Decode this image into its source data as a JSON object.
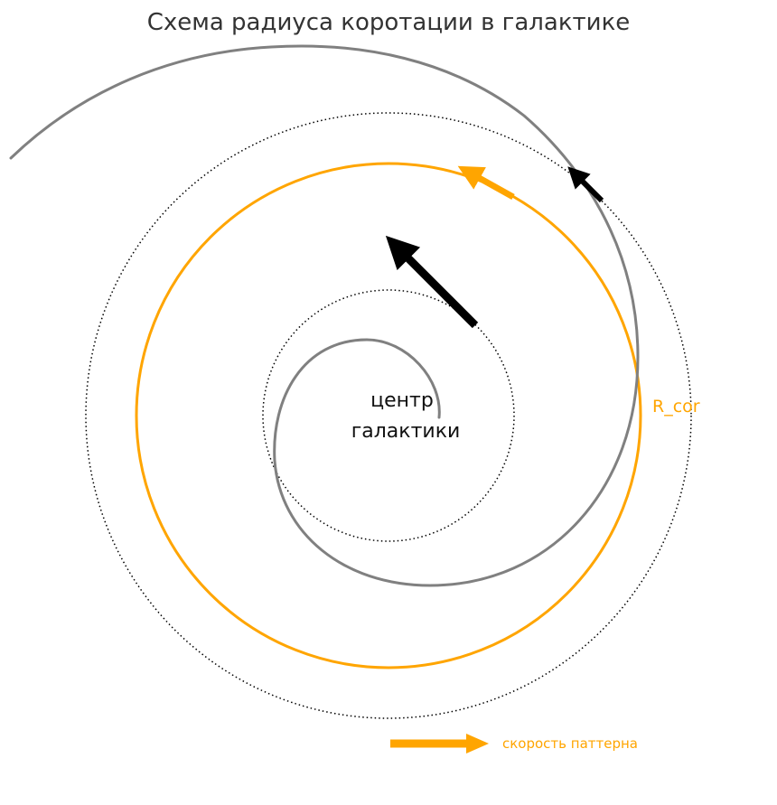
{
  "title": "Схема радиуса коротации в галактике",
  "center_label": {
    "line1": "центр",
    "line2": "галактики"
  },
  "corotation_label": "R_cor",
  "legend": {
    "label": "скорость паттерна"
  },
  "colors": {
    "spiral_arm": "#808080",
    "corotation": "#FFA500",
    "orbit_dotted": "#000000",
    "star_velocity_arrow": "#000000",
    "pattern_velocity_arrow": "#FFA500",
    "title": "#333333"
  },
  "icons": {
    "inner_velocity": "arrow-up-left",
    "outer_velocity": "arrow-up-left",
    "pattern_velocity": "arrow-up-left",
    "legend": "arrow-right"
  }
}
